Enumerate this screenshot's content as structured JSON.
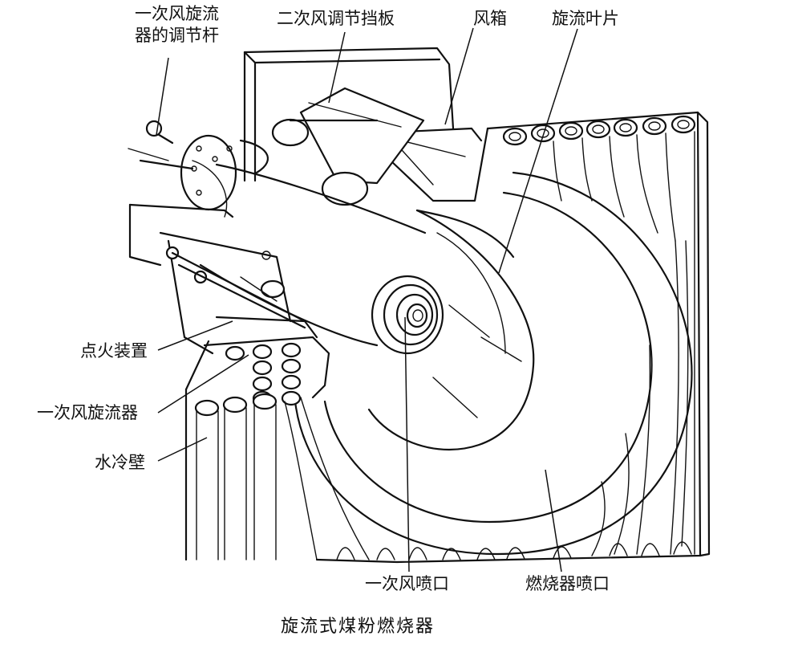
{
  "labels": {
    "primary_swirler_rod_line1": "一次风旋流",
    "primary_swirler_rod_line2": "器的调节杆",
    "secondary_damper": "二次风调节挡板",
    "windbox": "风箱",
    "swirl_vanes": "旋流叶片",
    "igniter": "点火装置",
    "primary_swirler": "一次风旋流器",
    "water_wall": "水冷壁",
    "primary_nozzle": "一次风喷口",
    "burner_nozzle": "燃烧器喷口"
  },
  "caption": "旋流式煤粉燃烧器"
}
